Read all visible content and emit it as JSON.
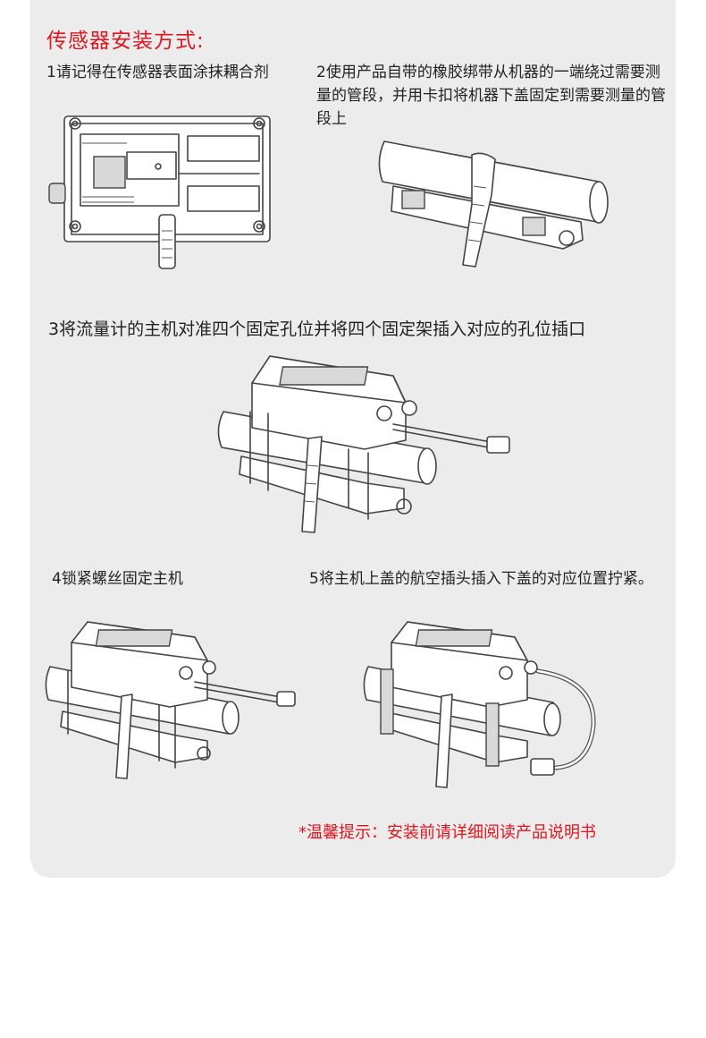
{
  "title": "传感器安装方式:",
  "steps": [
    {
      "text": "1请记得在传感器表面涂抹耦合剂"
    },
    {
      "text": "2使用产品自带的橡胶绑带从机器的一端绕过需要测量的管段，并用卡扣将机器下盖固定到需要测量的管段上"
    },
    {
      "text": "3将流量计的主机对准四个固定孔位并将四个固定架插入对应的孔位插口"
    },
    {
      "text": "4锁紧螺丝固定主机"
    },
    {
      "text": "5将主机上盖的航空插头插入下盖的对应位置拧紧。"
    }
  ],
  "tip": "*温馨提示：安装前请详细阅读产品说明书",
  "colors": {
    "accent": "#e0161f",
    "panel": "#ececec",
    "line": "#444444"
  }
}
